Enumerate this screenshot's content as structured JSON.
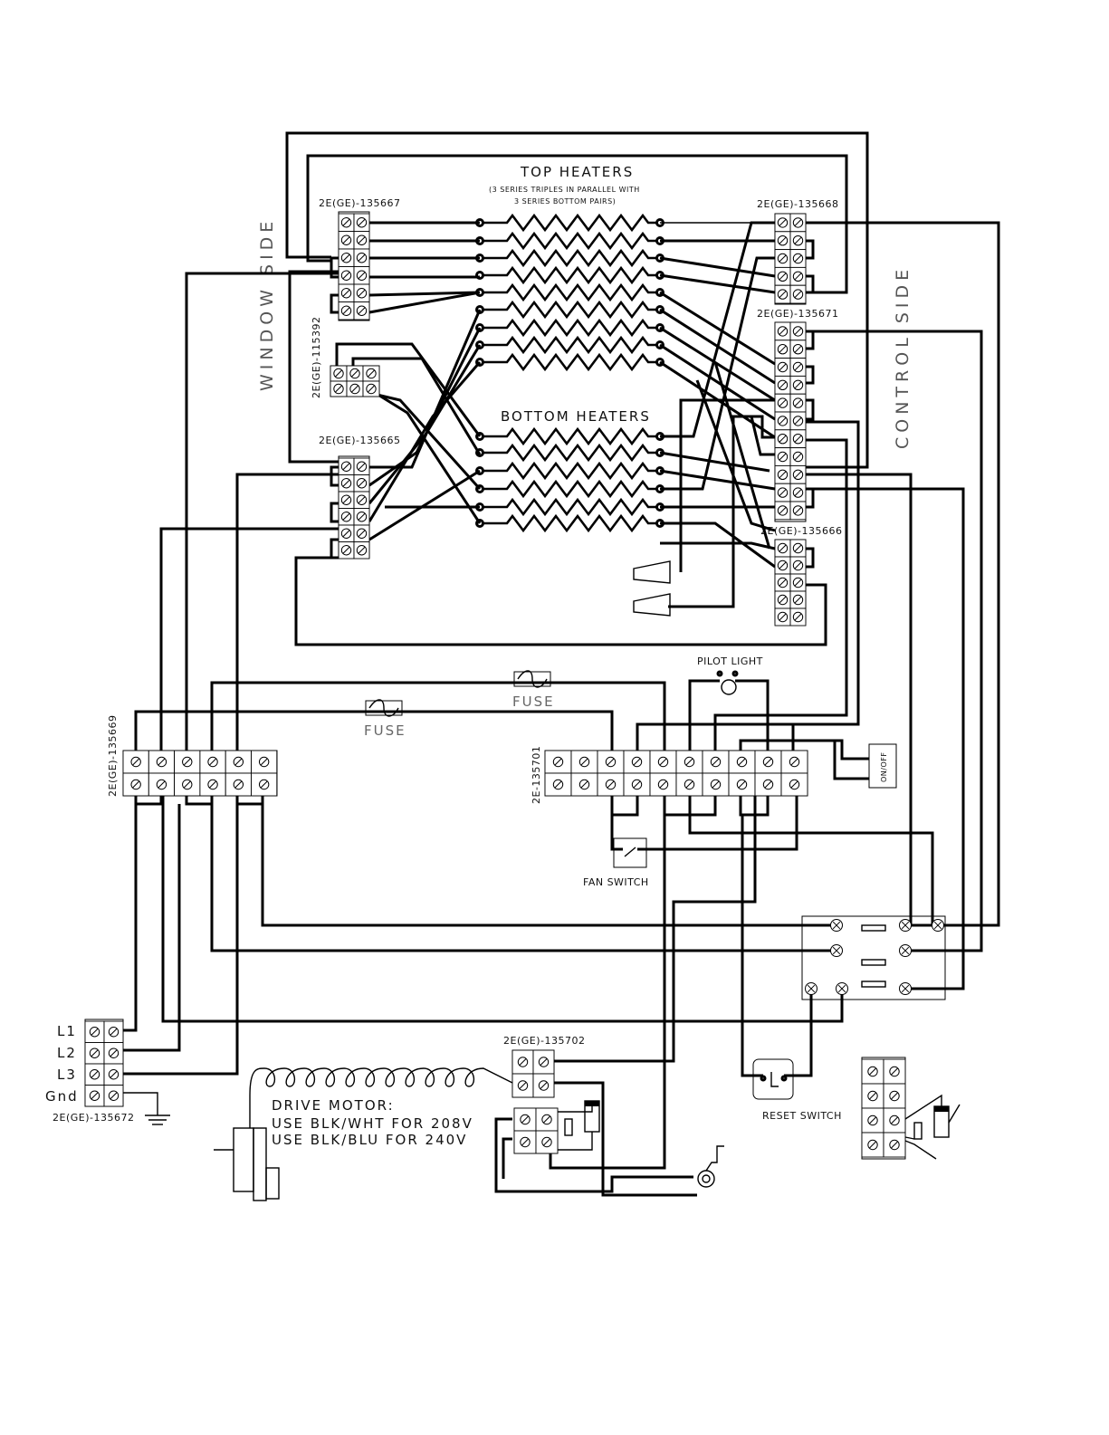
{
  "heaters": {
    "top_title": "TOP HEATERS",
    "top_note_1": "(3 SERIES TRIPLES IN PARALLEL WITH",
    "top_note_2": "3 SERIES BOTTOM PAIRS)",
    "bottom_title": "BOTTOM HEATERS"
  },
  "sides": {
    "window": "WINDOW SIDE",
    "control": "CONTROL SIDE"
  },
  "terminal_blocks": {
    "tb_135667": "2E(GE)-135667",
    "tb_135668": "2E(GE)-135668",
    "tb_135671": "2E(GE)-135671",
    "tb_115392": "2E(GE)-115392",
    "tb_135665": "2E(GE)-135665",
    "tb_135666": "2E(GE)-135666",
    "tb_135669": "2E(GE)-135669",
    "tb_135701": "2E-135701",
    "tb_135702": "2E(GE)-135702",
    "tb_135672": "2E(GE)-135672"
  },
  "components": {
    "fuse_1": "FUSE",
    "fuse_2": "FUSE",
    "pilot_light": "PILOT LIGHT",
    "on_off": "ON/OFF",
    "fan_switch": "FAN SWITCH",
    "reset_switch": "RESET SWITCH"
  },
  "power": {
    "l1": "L1",
    "l2": "L2",
    "l3": "L3",
    "gnd": "Gnd"
  },
  "motor": {
    "line_1": "DRIVE MOTOR:",
    "line_2": "USE BLK/WHT FOR 208V",
    "line_3": "USE BLK/BLU FOR 240V"
  }
}
